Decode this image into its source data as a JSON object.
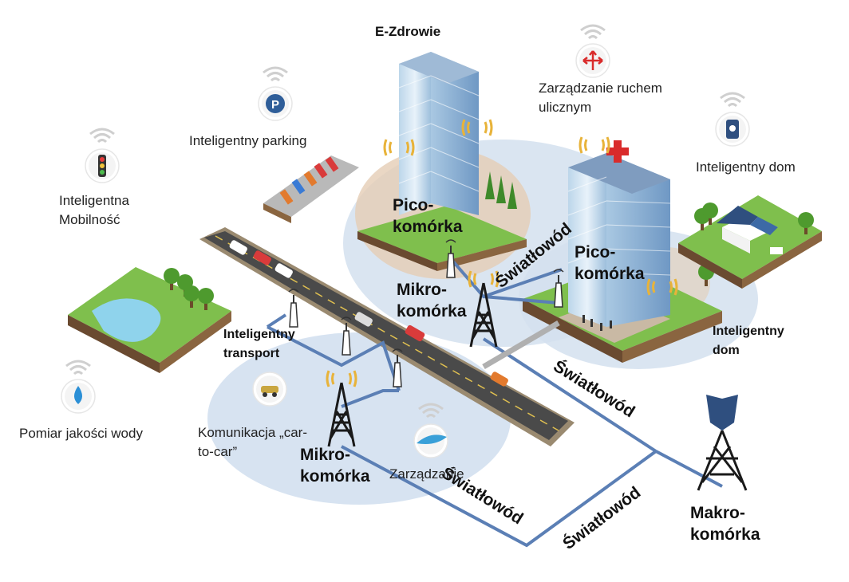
{
  "labels": {
    "e_health": "E-Zdrowie",
    "traffic_management": "Zarządzanie ruchem\nulicznym",
    "smart_parking": "Inteligentny parking",
    "smart_home_top": "Inteligentny dom",
    "smart_mobility": "Inteligentna\nMobilność",
    "water_quality": "Pomiar jakości wody",
    "car_to_car": "Komunikacja „car-\nto-car”",
    "management": "Zarządzanie",
    "smart_transport": "Inteligentny\ntransport",
    "smart_home_right": "Inteligentny\ndom",
    "pico_cell_1": "Pico-\nkomórka",
    "pico_cell_2": "Pico-\nkomórka",
    "micro_cell_1": "Mikro-\nkomórka",
    "micro_cell_2": "Mikro-\nkomórka",
    "macro_cell": "Makro-\nkomórka",
    "fiber": "Światłowód"
  },
  "colors": {
    "fiber_line": "#5b7fb5",
    "coverage_zone": "#d3e0ef",
    "pico_zone": "#e5cdb5",
    "road": "#4a4a4a",
    "grass": "#7fbf4d",
    "hospital_cross": "#d92b2b",
    "tower": "#1a1a1a",
    "macro_top": "#2f4f7f"
  },
  "icons": [
    "parking-icon",
    "traffic-light-icon",
    "water-drop-icon",
    "arrows-icon",
    "phone-icon",
    "car-icon",
    "plane-icon",
    "wifi-icon",
    "antenna-icon",
    "tower-icon"
  ]
}
